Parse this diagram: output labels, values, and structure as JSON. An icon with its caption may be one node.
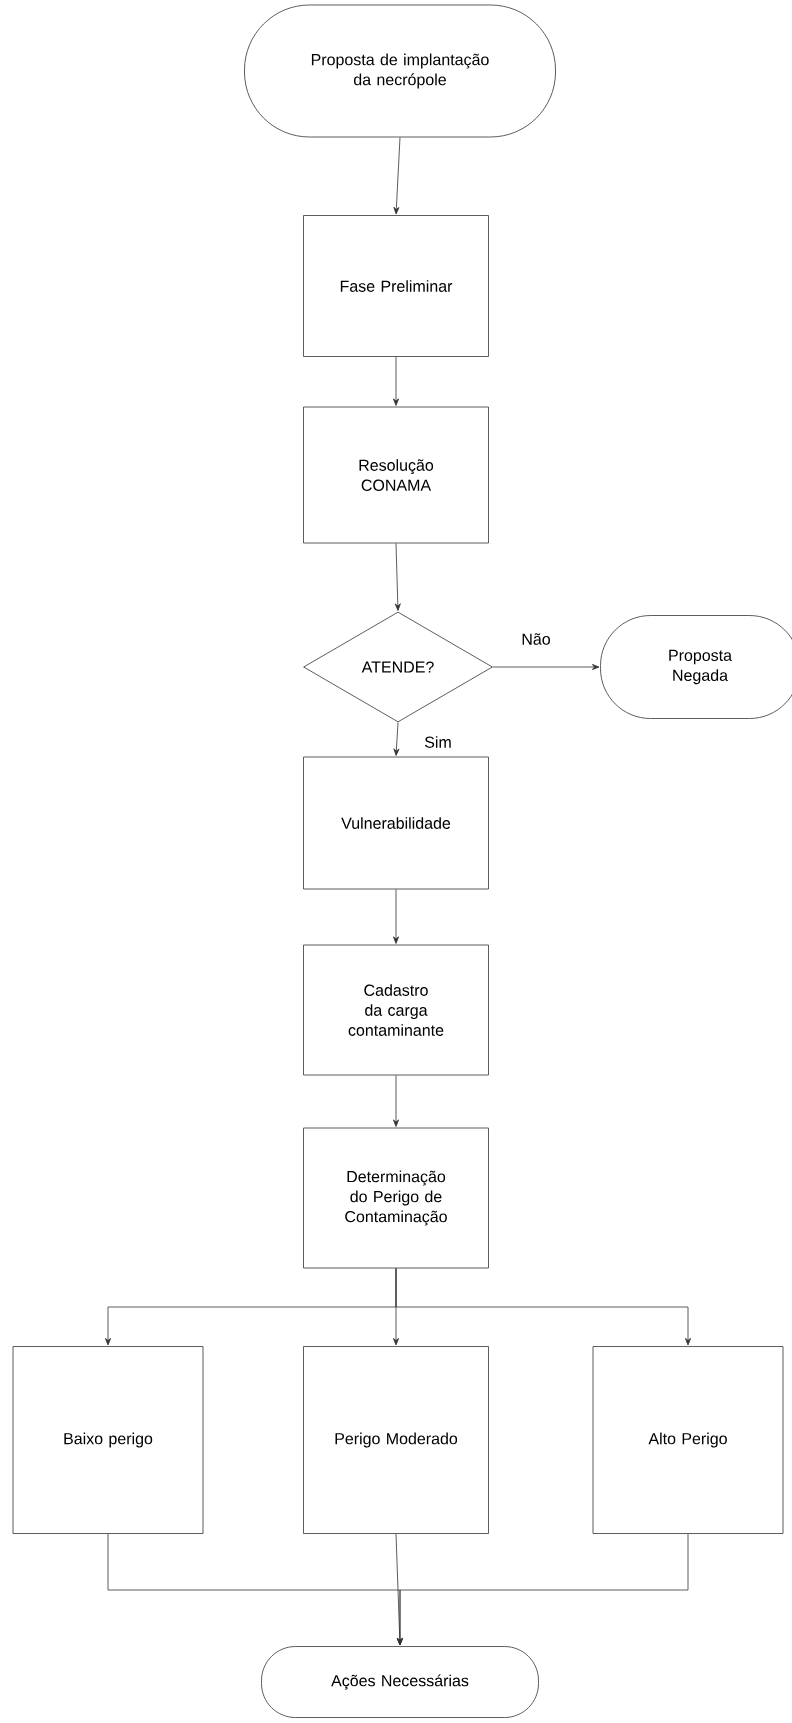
{
  "diagram": {
    "nodes": [
      {
        "text": [
          "Proposta de implantação da necrópole"
        ]
      },
      {
        "text": [
          "Fase Preliminar"
        ]
      },
      {
        "text": [
          "Resolução CONAMA"
        ]
      },
      {
        "text": [
          "ATENDE?"
        ]
      },
      {
        "text": [
          "Proposta Negada"
        ]
      },
      {
        "text": [
          "Vulnerabilidade"
        ]
      },
      {
        "text": [
          "Cadastro da carga contaminante"
        ]
      },
      {
        "text": [
          "Determinação do Perigo de Contaminação"
        ]
      },
      {
        "text": [
          "Baixo perigo"
        ]
      },
      {
        "text": [
          "Perigo Moderado"
        ]
      },
      {
        "text": [
          "Alto Perigo"
        ]
      },
      {
        "text": [
          "Ações Necessárias"
        ]
      }
    ],
    "edges": [
      {
        "from": 0,
        "to": 1,
        "arrow": "to"
      },
      {
        "from": 1,
        "to": 2,
        "arrow": "to"
      },
      {
        "from": 2,
        "to": 3,
        "arrow": "to"
      },
      {
        "from": 3,
        "to": 4,
        "arrow": "to",
        "label": "Não"
      },
      {
        "from": 3,
        "to": 5,
        "arrow": "to",
        "label": "Sim"
      },
      {
        "from": 5,
        "to": 6,
        "arrow": "to"
      },
      {
        "from": 6,
        "to": 7,
        "arrow": "to"
      },
      {
        "from": 7,
        "to": 8,
        "arrow": "to"
      },
      {
        "from": 7,
        "to": 9,
        "arrow": "to"
      },
      {
        "from": 7,
        "to": 10,
        "arrow": "to"
      },
      {
        "from": 8,
        "to": 11,
        "arrow": "to"
      },
      {
        "from": 9,
        "to": 11,
        "arrow": "to"
      },
      {
        "from": 10,
        "to": 11,
        "arrow": "to"
      }
    ]
  }
}
